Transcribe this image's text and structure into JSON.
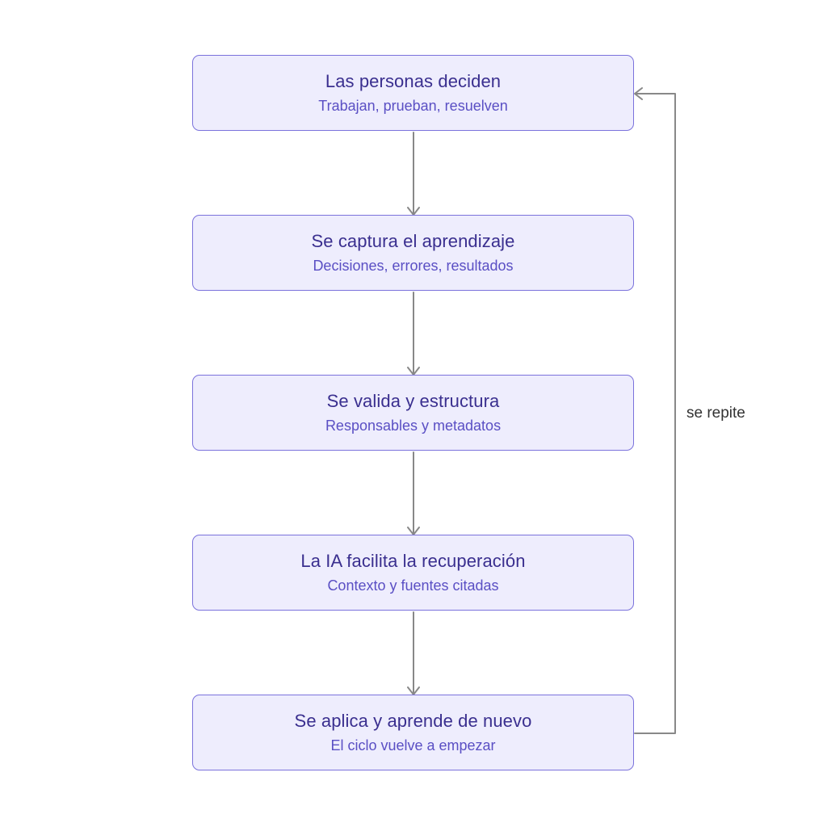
{
  "steps": [
    {
      "title": "Las personas deciden",
      "subtitle": "Trabajan, prueban, resuelven"
    },
    {
      "title": "Se captura el aprendizaje",
      "subtitle": "Decisiones, errores, resultados"
    },
    {
      "title": "Se valida y estructura",
      "subtitle": "Responsables y metadatos"
    },
    {
      "title": "La IA facilita la recuperación",
      "subtitle": "Contexto y fuentes citadas"
    },
    {
      "title": "Se aplica y aprende de nuevo",
      "subtitle": "El ciclo vuelve a empezar"
    }
  ],
  "loop_label": "se repite",
  "colors": {
    "node_fill": "#eeedfd",
    "node_border": "#7b72dc",
    "title_text": "#3a2f8f",
    "subtitle_text": "#5a4fc4",
    "connector": "#888888"
  }
}
